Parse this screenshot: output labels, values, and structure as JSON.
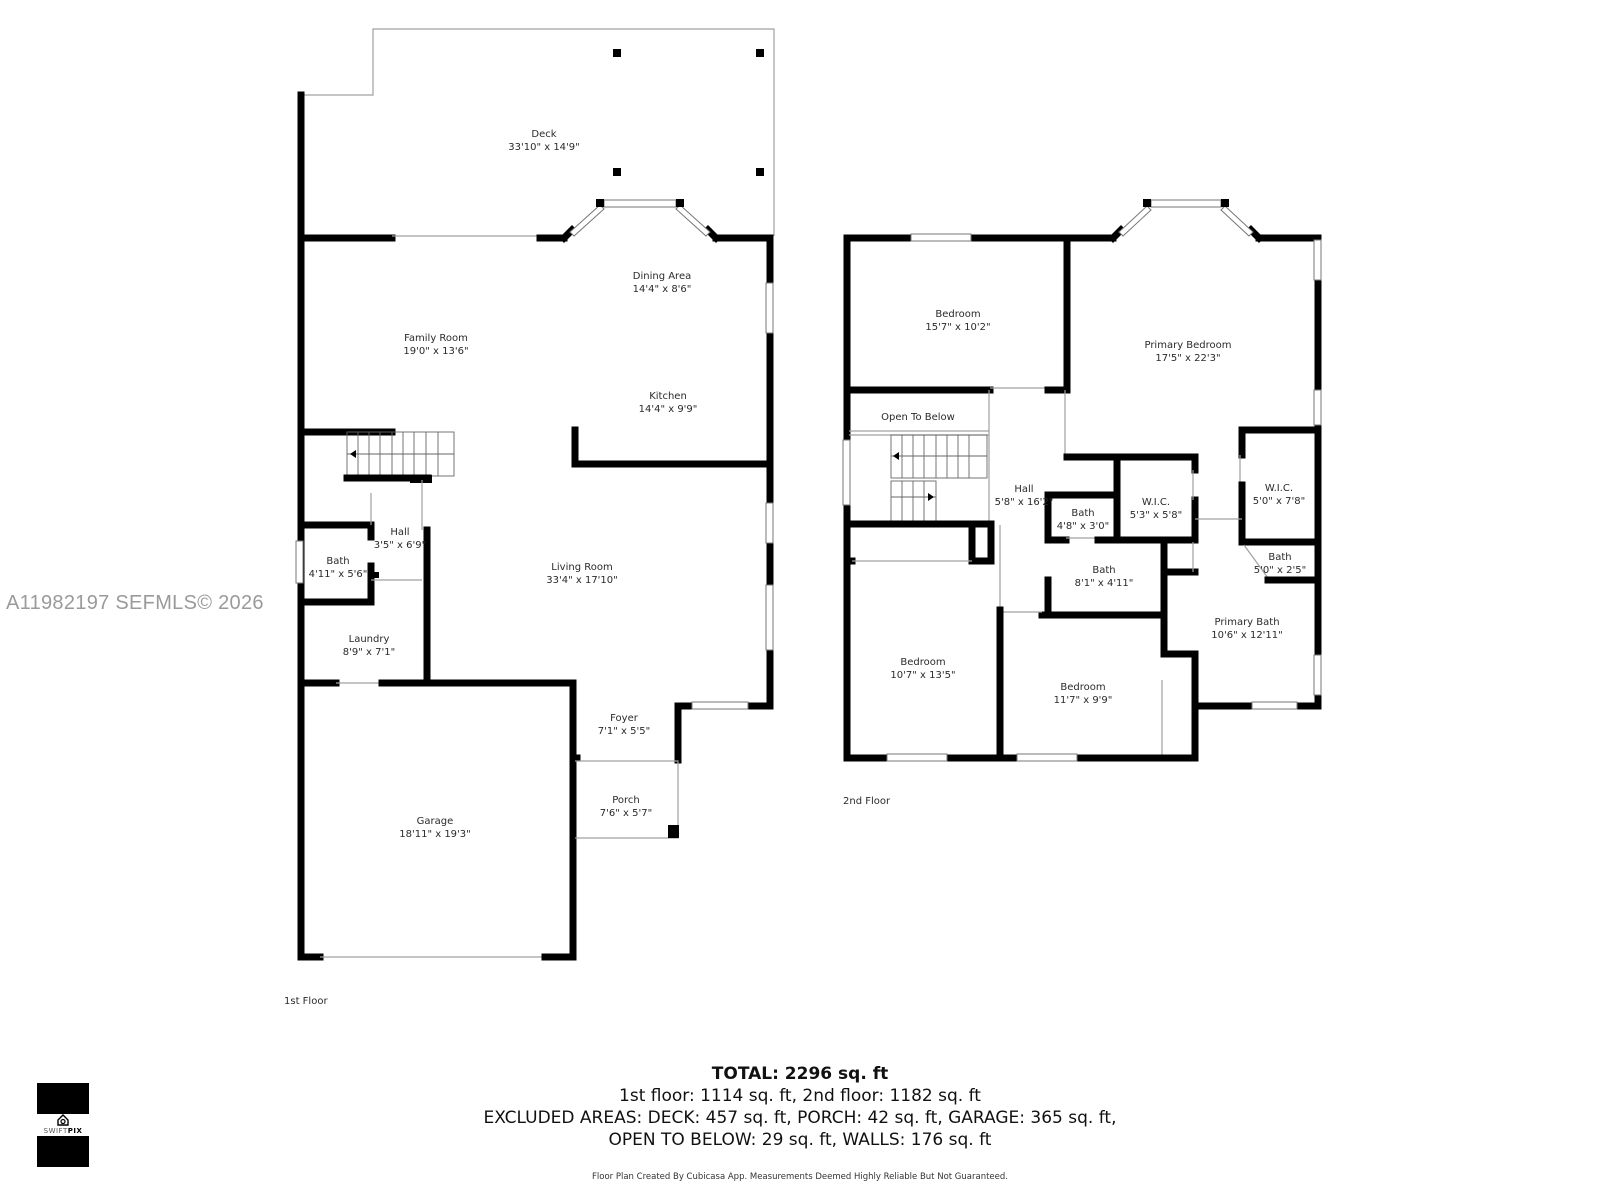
{
  "watermark": "A11982197  SEFMLS© 2026",
  "floors": [
    {
      "label": "1st Floor",
      "rooms": [
        {
          "name": "Deck",
          "dims": "33'10\" x 14'9\""
        },
        {
          "name": "Dining Area",
          "dims": "14'4\" x 8'6\""
        },
        {
          "name": "Family Room",
          "dims": "19'0\" x 13'6\""
        },
        {
          "name": "Kitchen",
          "dims": "14'4\" x 9'9\""
        },
        {
          "name": "Hall",
          "dims": "3'5\" x 6'9\""
        },
        {
          "name": "Bath",
          "dims": "4'11\" x 5'6\""
        },
        {
          "name": "Living Room",
          "dims": "33'4\" x 17'10\""
        },
        {
          "name": "Laundry",
          "dims": "8'9\" x 7'1\""
        },
        {
          "name": "Foyer",
          "dims": "7'1\" x 5'5\""
        },
        {
          "name": "Porch",
          "dims": "7'6\" x 5'7\""
        },
        {
          "name": "Garage",
          "dims": "18'11\" x 19'3\""
        }
      ]
    },
    {
      "label": "2nd Floor",
      "rooms": [
        {
          "name": "Bedroom",
          "dims": "15'7\" x 10'2\""
        },
        {
          "name": "Primary Bedroom",
          "dims": "17'5\" x 22'3\""
        },
        {
          "name": "Open To Below",
          "dims": ""
        },
        {
          "name": "Hall",
          "dims": "5'8\" x 16'2\""
        },
        {
          "name": "Bath",
          "dims": "4'8\" x 3'0\""
        },
        {
          "name": "W.I.C.",
          "dims": "5'3\" x 5'8\""
        },
        {
          "name": "W.I.C.",
          "dims": "5'0\" x 7'8\""
        },
        {
          "name": "Bath",
          "dims": "8'1\" x 4'11\""
        },
        {
          "name": "Bath",
          "dims": "5'0\" x 2'5\""
        },
        {
          "name": "Primary Bath",
          "dims": "10'6\" x 12'11\""
        },
        {
          "name": "Bedroom",
          "dims": "10'7\" x 13'5\""
        },
        {
          "name": "Bedroom",
          "dims": "11'7\" x 9'9\""
        }
      ]
    }
  ],
  "summary": {
    "total": "TOTAL: 2296 sq. ft",
    "floors_line": "1st floor: 1114 sq. ft, 2nd floor: 1182 sq. ft",
    "excluded_line": "EXCLUDED AREAS: DECK: 457 sq. ft, PORCH: 42 sq. ft, GARAGE: 365 sq. ft,",
    "other_line": "OPEN TO BELOW: 29 sq. ft, WALLS: 176 sq. ft"
  },
  "disclaimer": "Floor Plan Created By Cubicasa App. Measurements Deemed Highly Reliable But Not Guaranteed.",
  "logo": {
    "brand_light": "SWIFT",
    "brand_bold": "PIX"
  },
  "colors": {
    "wall": "#000000",
    "thin_line": "#9a9a9a",
    "window_fill": "#ffffff",
    "watermark": "#9a9a9a"
  }
}
